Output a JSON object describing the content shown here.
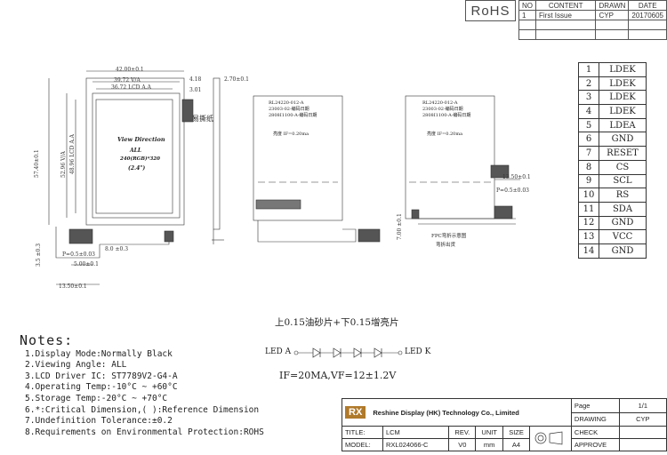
{
  "rohs": "RoHS",
  "revision_table": {
    "headers": [
      "NO",
      "CONTENT",
      "DRAWN",
      "DATE"
    ],
    "rows": [
      {
        "no": "1",
        "content": "First Issue",
        "drawn": "CYP",
        "date": "20170605"
      }
    ]
  },
  "pin_table": [
    {
      "no": "1",
      "signal": "LDEK"
    },
    {
      "no": "2",
      "signal": "LDEK"
    },
    {
      "no": "3",
      "signal": "LDEK"
    },
    {
      "no": "4",
      "signal": "LDEK"
    },
    {
      "no": "5",
      "signal": "LDEA"
    },
    {
      "no": "6",
      "signal": "GND"
    },
    {
      "no": "7",
      "signal": "RESET"
    },
    {
      "no": "8",
      "signal": "CS"
    },
    {
      "no": "9",
      "signal": "SCL"
    },
    {
      "no": "10",
      "signal": "RS"
    },
    {
      "no": "11",
      "signal": "SDA"
    },
    {
      "no": "12",
      "signal": "GND"
    },
    {
      "no": "13",
      "signal": "VCC"
    },
    {
      "no": "14",
      "signal": "GND"
    }
  ],
  "front_view": {
    "view_direction": "View Direction",
    "all": "ALL",
    "model": "240(RGB)*320",
    "size": "(2.4\")",
    "dims": {
      "outline_width": "42.00±0.1",
      "viewing_width": "39.72 V/A",
      "active_width": "36.72 LCD A.A",
      "right_a": "4.18",
      "right_b": "3.01",
      "total_height": "57.40±0.1",
      "va_height": "52.96 V/A",
      "aa_height": "48.96 LCD A.A",
      "fpc_label": "P=0.5±0.03",
      "fpc_len": "5.00±0.1",
      "fpc_width": "13.50±0.1",
      "fpc_side": "3.5 ±0.3",
      "fpc_bottom": "8.0 ±0.3",
      "stiffener_label": "易撕纸"
    }
  },
  "side_view": {
    "thickness": "2.70±0.1"
  },
  "back_view_1": {
    "lines": [
      "RL24220-012-A",
      "23003-02-编码日期",
      "2808I1100-A-编码日期"
    ],
    "brightness": "亮度 IF=0.20ma"
  },
  "back_view_2": {
    "lines": [
      "RL24220-012-A",
      "23003-02-编码日期",
      "2808I1100-A-编码日期"
    ],
    "brightness": "亮度 IF=0.20ma",
    "dim_a": "13.50±0.1",
    "dim_b": "P=0.5±0.03",
    "fpc_note": "FPC弯折示意图",
    "fold_note": "弯折出货",
    "bottom_dim": "7.00 ±0.1"
  },
  "backlight": {
    "film_note": "上0.15油砂片+下0.15增亮片",
    "led_a": "LED A",
    "led_k": "LED K",
    "spec": "IF=20MA,VF=12±1.2V"
  },
  "notes": {
    "title": "Notes:",
    "items": [
      "1.Display Mode:Normally Black",
      "2.Viewing Angle: ALL",
      "3.LCD Driver IC: ST7789V2-G4-A",
      "4.Operating Temp:-10°C ~ +60°C",
      "5.Storage Temp:-20°C ~ +70°C",
      "6.*:Critical Dimension,( ):Reference Dimension",
      "7.Undefinition Tolerance:±0.2",
      "8.Requirements on Environmental Protection:ROHS"
    ]
  },
  "title_block": {
    "logo": "RX",
    "company": "Reshine Display (HK) Technology Co., Limited",
    "page_label": "Page",
    "page_value": "1/1",
    "drawing_label": "DRAWING",
    "drawing_value": "CYP",
    "check_label": "CHECK",
    "approve_label": "APPROVE",
    "title_label": "TITLE:",
    "title_value": "LCM",
    "model_label": "MODEL:",
    "model_value": "RXL024066-C",
    "rev_label": "REV.",
    "rev_value": "V0",
    "unit_label": "UNIT",
    "unit_value": "mm",
    "size_label": "SIZE",
    "size_value": "A4"
  }
}
